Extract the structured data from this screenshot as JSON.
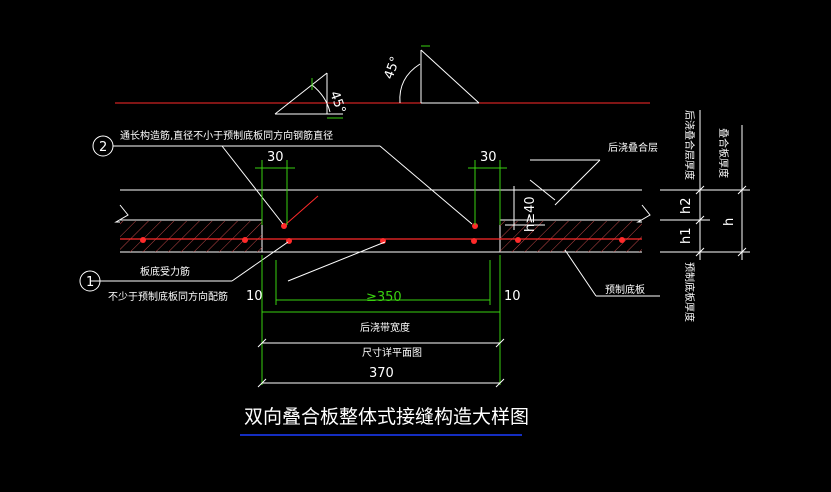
{
  "drawing": {
    "title": "双向叠合板整体式接缝构造大样图",
    "colors": {
      "background": "#000000",
      "line": "#ffffff",
      "red": "#ff2a2a",
      "green": "#39d10f",
      "blue": "#1a3cff"
    },
    "angle_labels": [
      "45°",
      "45°"
    ],
    "callouts": [
      {
        "number": "2",
        "text": "通长构造筋,直径不小于预制底板同方向钢筋直径"
      },
      {
        "number": "1",
        "text_line1": "板底受力筋",
        "text_line2": "不少于预制底板同方向配筋"
      }
    ],
    "labels": {
      "cast_layer": "后浇叠合层",
      "precast_slab": "预制底板",
      "post_pour_width": "后浇带宽度",
      "plan_dimension": "尺寸详平面图",
      "cast_layer_thickness": "后浇叠合层厚度",
      "composite_slab_thickness": "叠合板厚度",
      "precast_slab_thickness": "预制底板厚度"
    },
    "dimensions": {
      "left_top": "30",
      "right_top": "30",
      "h_dim": "h≥40",
      "h2": "h2",
      "h1": "h1",
      "h": "h",
      "left_bottom": "10",
      "right_bottom": "10",
      "min_width": "≥350",
      "total": "370"
    }
  }
}
